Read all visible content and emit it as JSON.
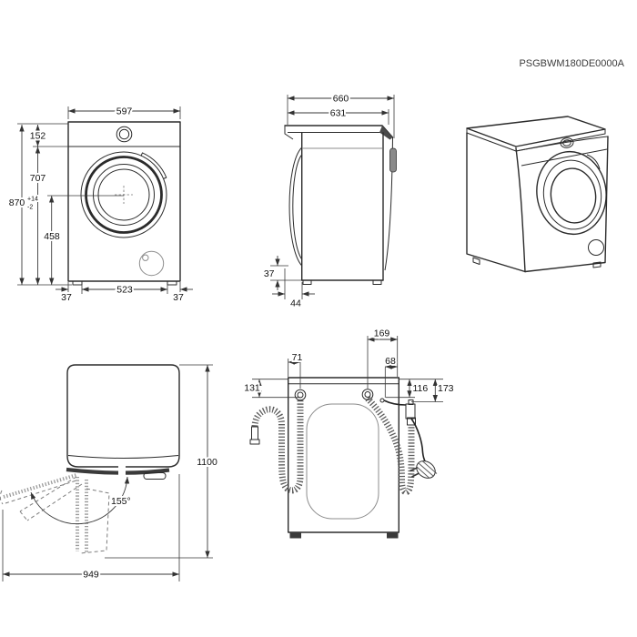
{
  "header": {
    "code": "PSGBWM180DE0000A"
  },
  "front_view": {
    "width": "597",
    "top_section_height": "152",
    "lower_section_height": "707",
    "total_height": "870",
    "height_tolerance_plus": "+14",
    "height_tolerance_minus": "-2",
    "drum_center_to_floor": "458",
    "left_foot_inset": "37",
    "feet_distance": "523",
    "right_foot_inset": "37"
  },
  "side_view": {
    "total_depth": "660",
    "body_depth": "631",
    "door_floor_clearance": "37",
    "door_protrusion": "44"
  },
  "top_view": {
    "depth_door_open": "1100",
    "width_door_open": "949",
    "door_opening_angle": "155°"
  },
  "back_view": {
    "water_inlet_offset": "169",
    "drain_hose_offset": "71",
    "power_cord_offset": "68",
    "drain_hose_drop": "131",
    "power_cord_drop": "116",
    "plug_bracket_drop": "173"
  }
}
